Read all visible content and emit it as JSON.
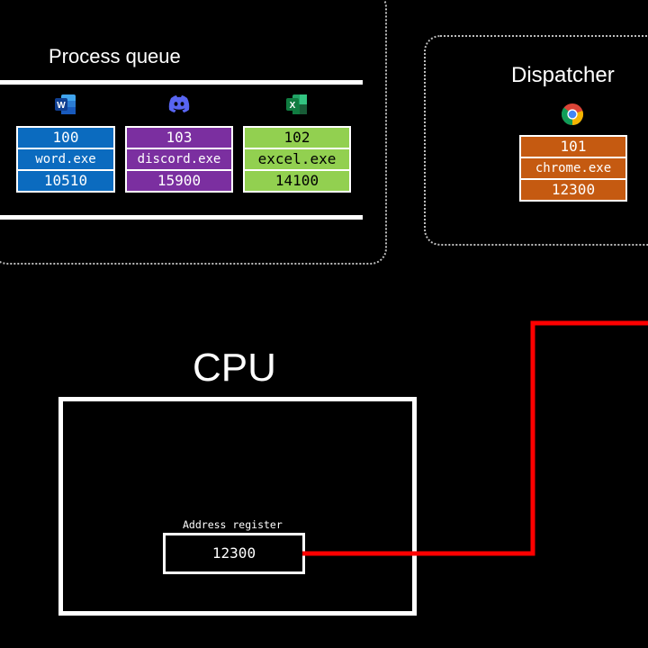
{
  "process_queue": {
    "title": "Process queue",
    "processes": [
      {
        "icon": "word-icon",
        "pid": "100",
        "name": "word.exe",
        "address": "10510",
        "color": "#0b6bbf"
      },
      {
        "icon": "discord-icon",
        "pid": "103",
        "name": "discord.exe",
        "address": "15900",
        "color": "#7b2fa0"
      },
      {
        "icon": "excel-icon",
        "pid": "102",
        "name": "excel.exe",
        "address": "14100",
        "color": "#92d050"
      }
    ]
  },
  "dispatcher": {
    "title": "Dispatcher",
    "process": {
      "icon": "chrome-icon",
      "pid": "101",
      "name": "chrome.exe",
      "address": "12300",
      "color": "#c55a11"
    }
  },
  "cpu": {
    "title": "CPU",
    "register_label": "Address register",
    "register_value": "12300"
  },
  "colors": {
    "background": "#000000",
    "connector": "#ff0000",
    "outline": "#ffffff"
  }
}
